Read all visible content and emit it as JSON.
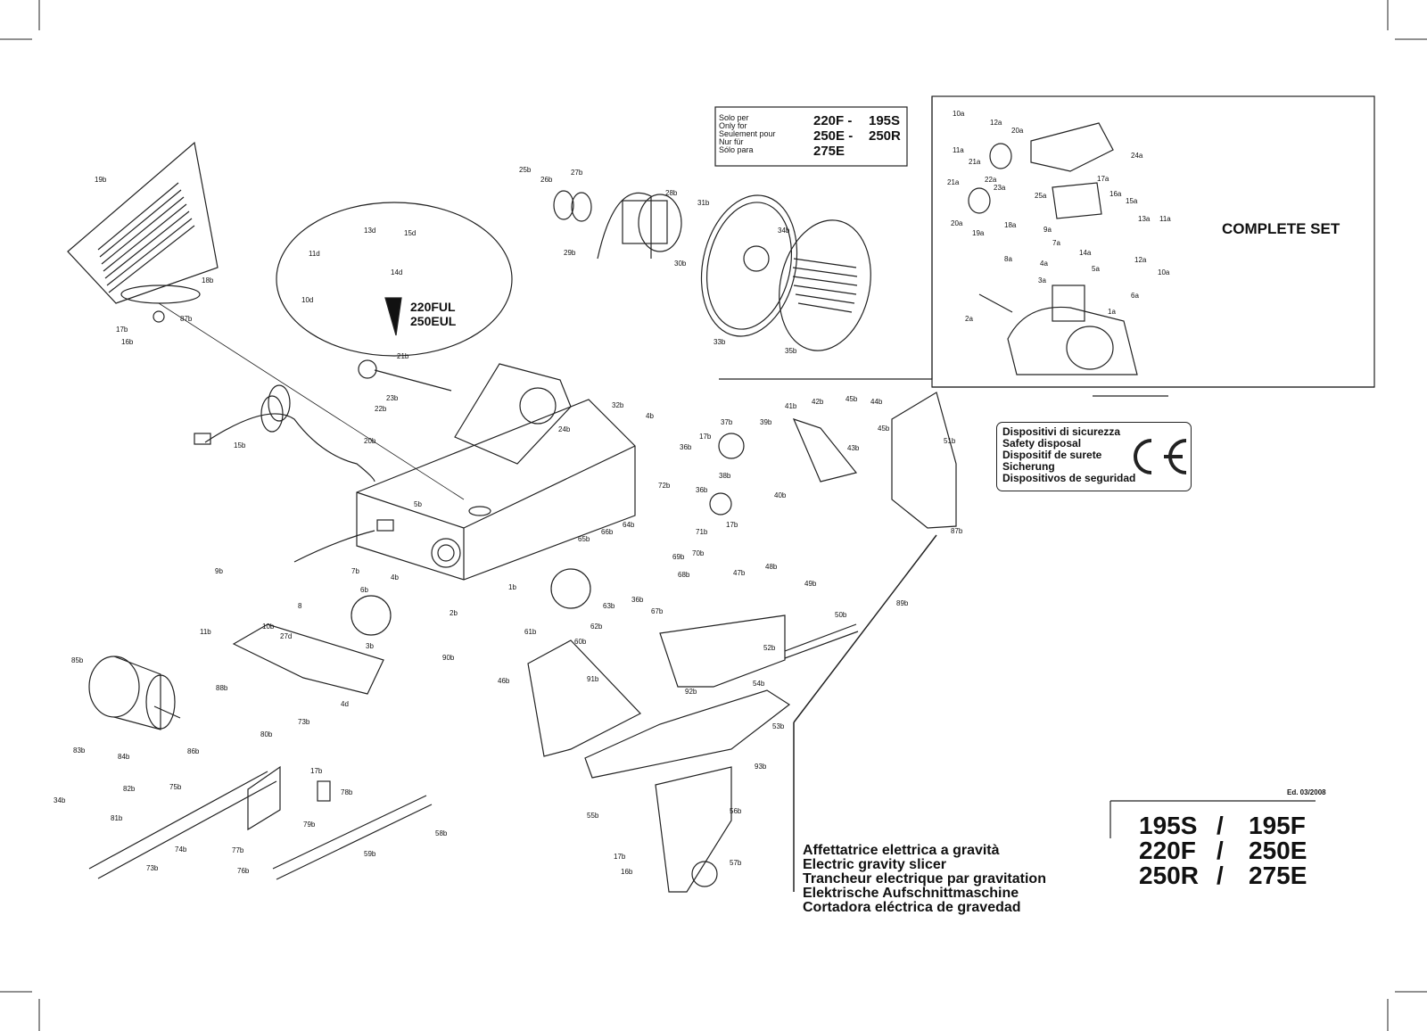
{
  "solo_box": {
    "languages": [
      "Solo per",
      "Only for",
      "Seulement pour",
      "Nur für",
      "Sólo para"
    ],
    "row1_left": "220F -",
    "row1_right": "195S",
    "row2_left": "250E -",
    "row2_right": "250R",
    "row3_left": "275E"
  },
  "inset_label": [
    "220FUL",
    "250EUL"
  ],
  "complete_set": "COMPLETE SET",
  "safety": {
    "lines": [
      "Dispositivi di sicurezza",
      "Safety disposal",
      "Dispositif de surete",
      "Sicherung",
      "Dispositivos de seguridad"
    ],
    "mark": "CE"
  },
  "edition": "Ed. 03/2008",
  "models": {
    "row1": [
      "195S",
      "/",
      "195F"
    ],
    "row2": [
      "220F",
      "/",
      "250E"
    ],
    "row3": [
      "250R",
      "/",
      "275E"
    ]
  },
  "product_titles": [
    "Affettatrice elettrica a gravità",
    "Electric gravity slicer",
    "Trancheur electrique par gravitation",
    "Elektrische Aufschnittmaschine",
    "Cortadora eléctrica de gravedad"
  ],
  "part_labels": [
    "19b",
    "18b",
    "87b",
    "17b",
    "16b",
    "13d",
    "15d",
    "11d",
    "14d",
    "10d",
    "25b",
    "26b",
    "27b",
    "28b",
    "31b",
    "29b",
    "30b",
    "34b",
    "33b",
    "35b",
    "21b",
    "23b",
    "22b",
    "24b",
    "32b",
    "4b",
    "15b",
    "20b",
    "41b",
    "42b",
    "45b",
    "44b",
    "37b",
    "39b",
    "17b",
    "36b",
    "45b",
    "43b",
    "51b",
    "38b",
    "36b",
    "40b",
    "72b",
    "17b",
    "71b",
    "64b",
    "66b",
    "65b",
    "70b",
    "69b",
    "68b",
    "5b",
    "9b",
    "7b",
    "6b",
    "4b",
    "8",
    "1b",
    "2b",
    "10b",
    "11b",
    "27d",
    "3b",
    "63b",
    "36b",
    "67b",
    "61b",
    "62b",
    "60b",
    "90b",
    "4d",
    "47b",
    "48b",
    "49b",
    "50b",
    "89b",
    "52b",
    "54b",
    "92b",
    "53b",
    "46b",
    "91b",
    "85b",
    "88b",
    "73b",
    "80b",
    "83b",
    "84b",
    "86b",
    "82b",
    "17b",
    "78b",
    "79b",
    "34b",
    "81b",
    "75b",
    "74b",
    "77b",
    "76b",
    "73b",
    "58b",
    "59b",
    "55b",
    "56b",
    "93b",
    "17b",
    "16b",
    "57b",
    "87b",
    "10a",
    "12a",
    "20a",
    "24a",
    "11a",
    "21a",
    "22a",
    "23a",
    "17a",
    "21a",
    "25a",
    "16a",
    "15a",
    "20a",
    "19a",
    "18a",
    "9a",
    "7a",
    "13a",
    "11a",
    "8a",
    "4a",
    "14a",
    "12a",
    "10a",
    "5a",
    "3a",
    "6a",
    "1a",
    "2a"
  ]
}
